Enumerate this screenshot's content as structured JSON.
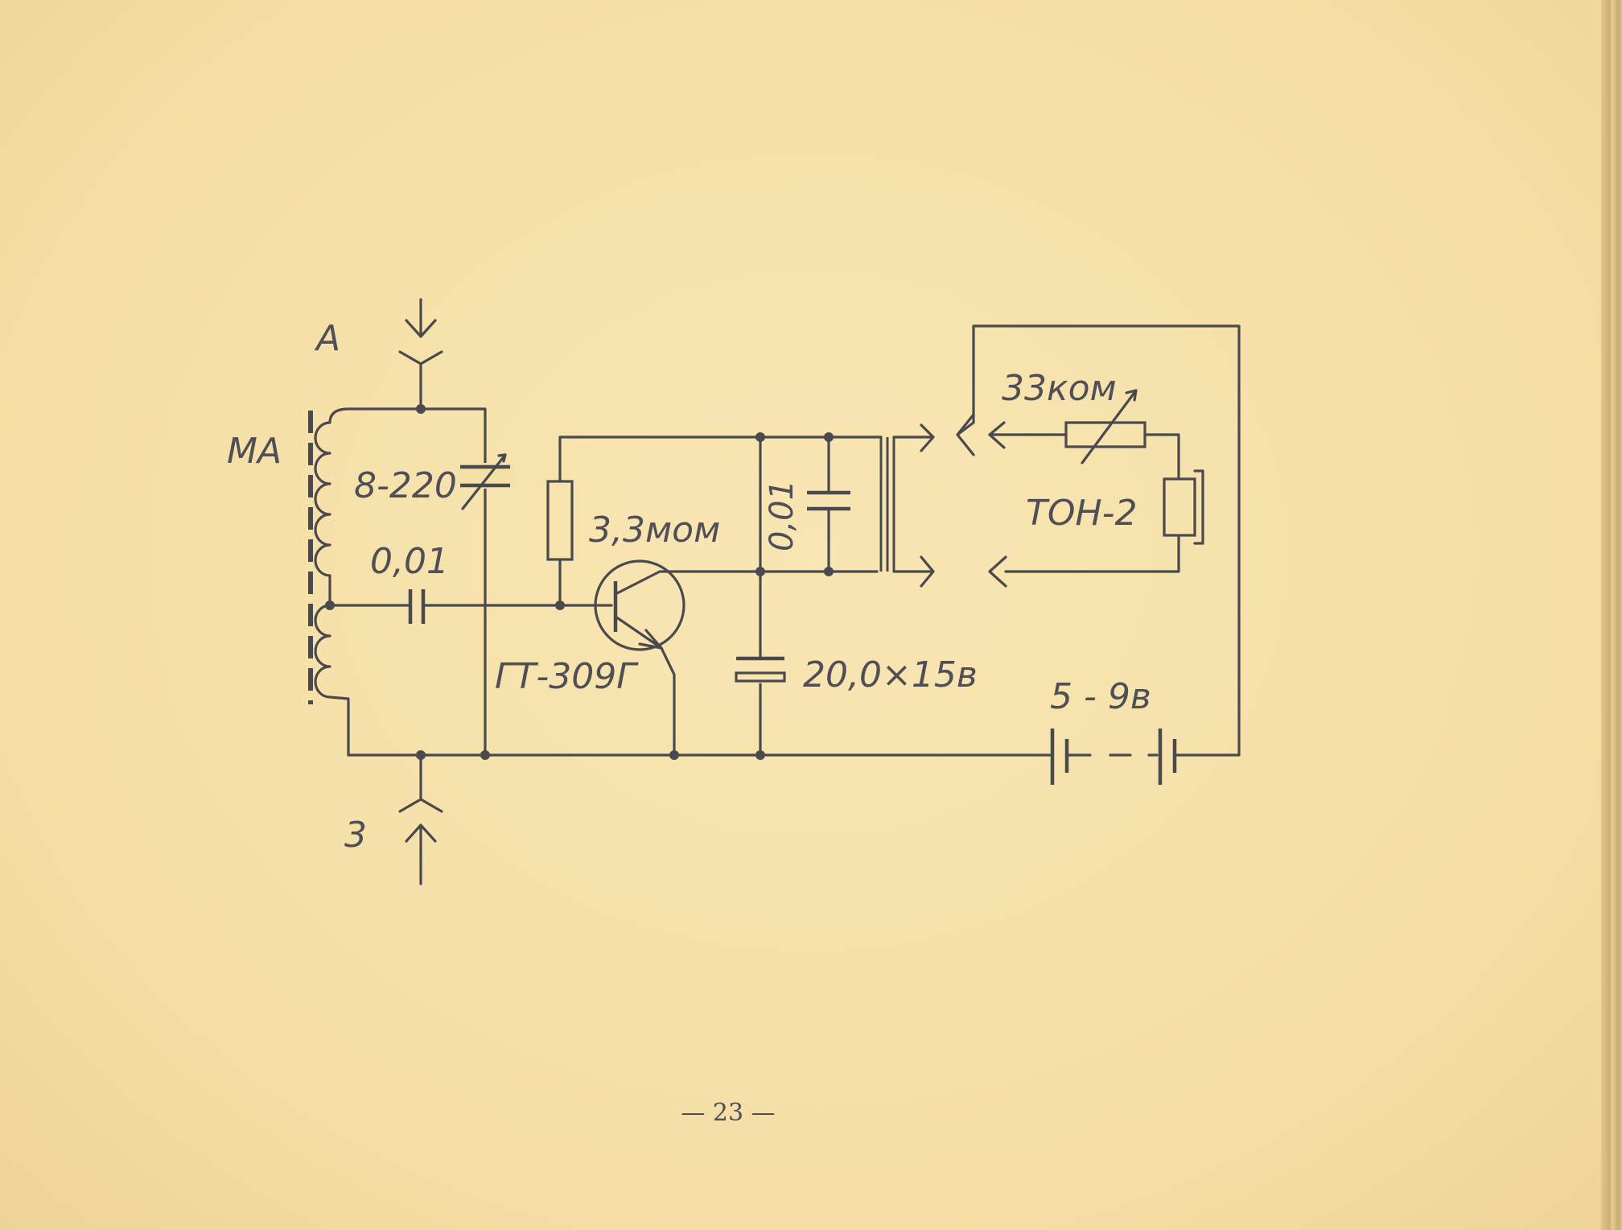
{
  "labels": {
    "antenna": "A",
    "magnetic_antenna": "MA",
    "ground": "3",
    "variable_capacitor": "8-220",
    "coupling_capacitor": "0,01",
    "base_resistor": "3,3мом",
    "transistor": "ГТ-309Г",
    "filter_capacitor": "0,01",
    "electrolytic_capacitor": "20,0×15в",
    "volume_resistor": "33ком",
    "headphones": "ТОН-2",
    "battery": "5 - 9в"
  },
  "page_number": "— 23 —"
}
